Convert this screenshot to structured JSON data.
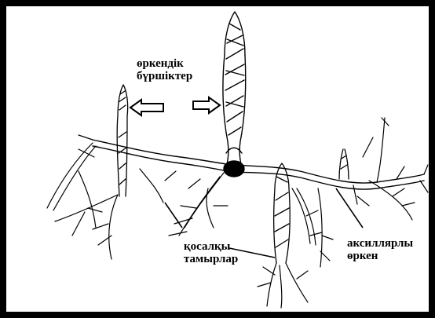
{
  "labels": {
    "buds_line1": "өркендік",
    "buds_line2": "бүршіктер",
    "adventitious_line1": "қосалқы",
    "adventitious_line2": "тамырлар",
    "axillary_line1": "аксиллярлы",
    "axillary_line2": "өркен"
  },
  "colors": {
    "ink": "#000000",
    "paper": "#ffffff",
    "frame": "#000000"
  }
}
